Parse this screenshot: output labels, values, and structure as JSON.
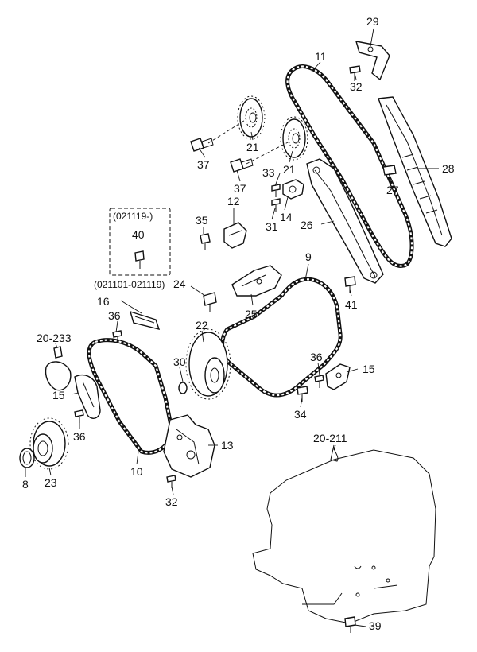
{
  "labels": {
    "l29": "29",
    "l11": "11",
    "l32a": "32",
    "l28": "28",
    "l27": "27",
    "l21a": "21",
    "l21b": "21",
    "l37a": "37",
    "l37b": "37",
    "l33": "33",
    "l31": "31",
    "l14": "14",
    "l26": "26",
    "l12": "12",
    "l35": "35",
    "l40": "40",
    "l_range1": "(021119-)",
    "l_range2": "(021101-021119)",
    "l24": "24",
    "l9": "9",
    "l25": "25",
    "l41": "41",
    "l16": "16",
    "l36a": "36",
    "l22": "22",
    "l20_233": "20-233",
    "l30": "30",
    "l15a": "15",
    "l36b": "36",
    "l15b": "15",
    "l36c": "36",
    "l34": "34",
    "l10": "10",
    "l13": "13",
    "l8": "8",
    "l23": "23",
    "l32b": "32",
    "l20_211": "20-211",
    "l39": "39"
  }
}
